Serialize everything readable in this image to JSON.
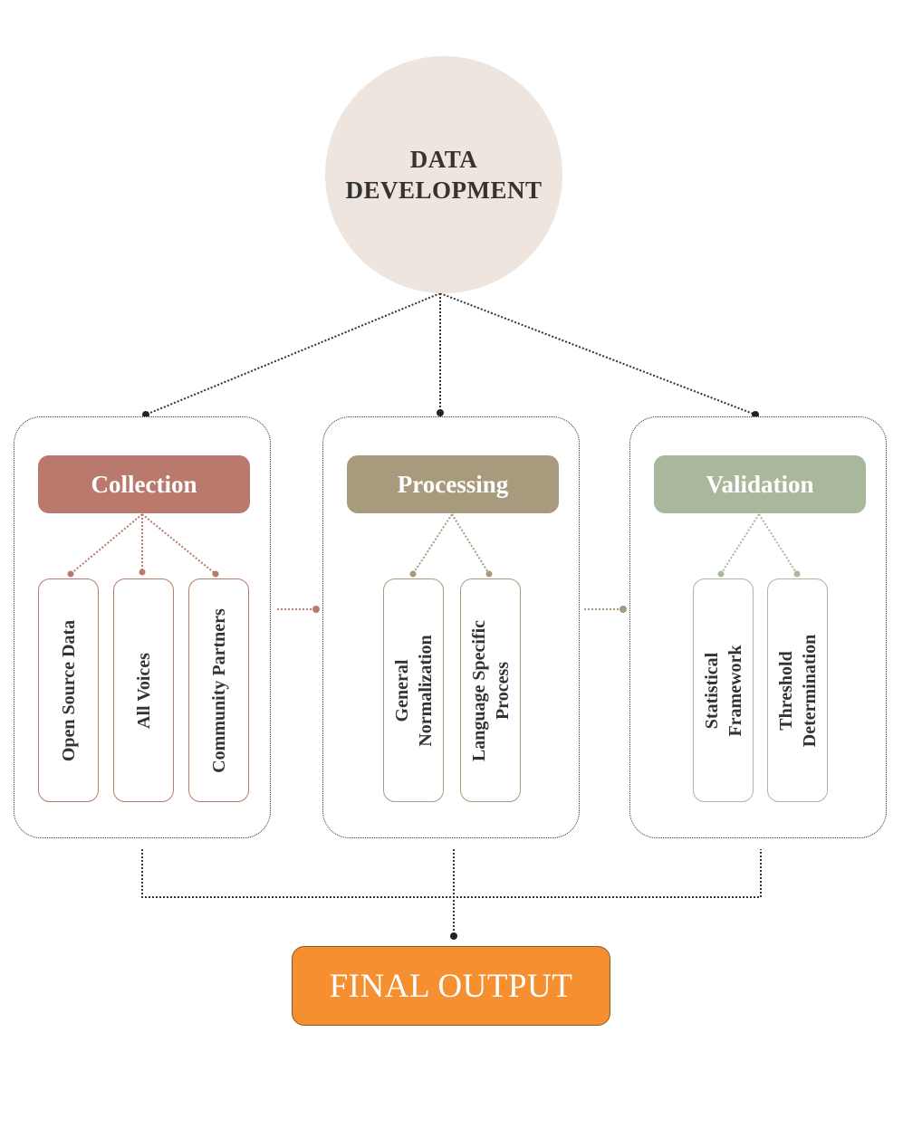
{
  "root": {
    "lines": [
      "DATA",
      "DEVELOPMENT"
    ]
  },
  "colors": {
    "root_fill": "#ede5de",
    "collection": "#b97a6d",
    "processing": "#a89a7c",
    "validation": "#a9b89d",
    "final_fill": "#f58f30",
    "connector": "#333333"
  },
  "stages": [
    {
      "name": "Collection",
      "color": "#b97a6d",
      "items": [
        [
          "Open Source Data"
        ],
        [
          "All Voices"
        ],
        [
          "Community Partners"
        ]
      ]
    },
    {
      "name": "Processing",
      "color": "#a89a7c",
      "items": [
        [
          "General",
          "Normalization"
        ],
        [
          "Language Specific",
          "Process"
        ]
      ]
    },
    {
      "name": "Validation",
      "color": "#a9b89d",
      "items": [
        [
          "Statistical",
          "Framework"
        ],
        [
          "Threshold",
          "Determination"
        ]
      ]
    }
  ],
  "final": {
    "label": "FINAL OUTPUT"
  }
}
